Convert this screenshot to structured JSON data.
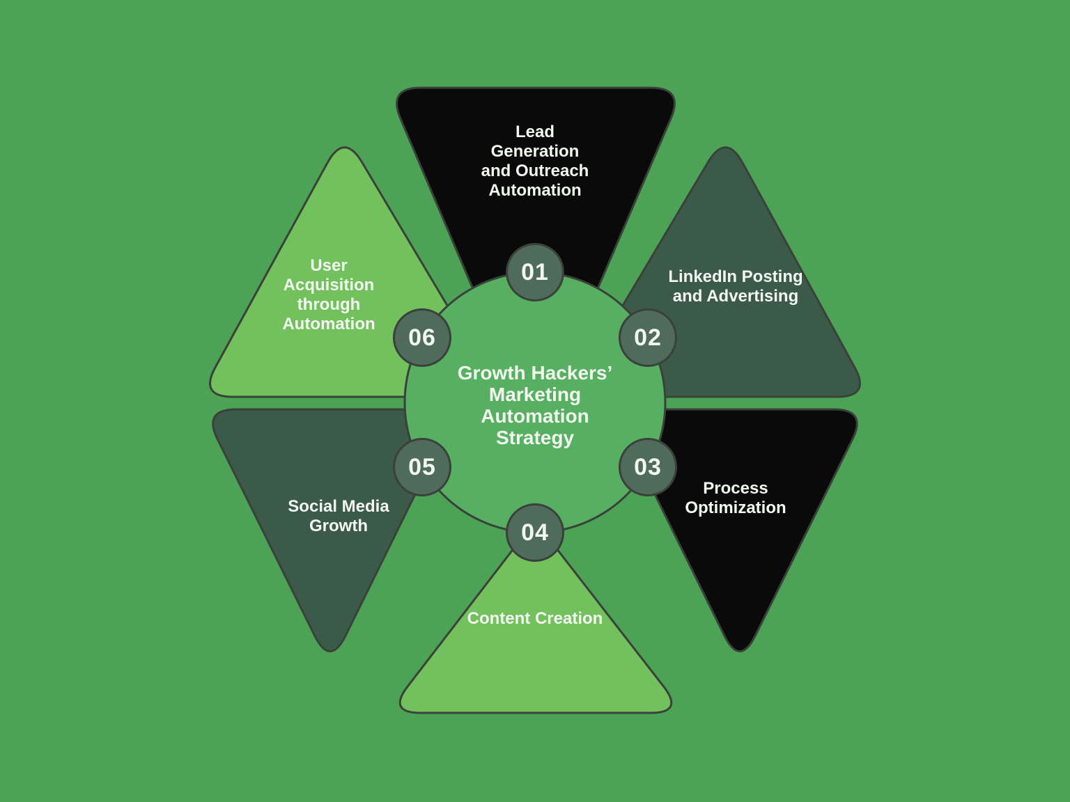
{
  "colors": {
    "background": "#4CA356",
    "outline": "#3A413A",
    "center_circle_fill": "#57B061",
    "badge_fill": "#4F6B5C",
    "petal_black": "#0A0A0A",
    "petal_dark_green": "#3C5A49",
    "petal_light_green": "#73C15D",
    "label_text": "#F4F8F2"
  },
  "center": {
    "title": "Growth Hackers’\nMarketing\nAutomation\nStrategy"
  },
  "steps": [
    {
      "number": "01",
      "label": "Lead\nGeneration\nand Outreach\nAutomation",
      "petal_color": "#0A0A0A"
    },
    {
      "number": "02",
      "label": "LinkedIn Posting\nand Advertising",
      "petal_color": "#3C5A49"
    },
    {
      "number": "03",
      "label": "Process\nOptimization",
      "petal_color": "#0A0A0A"
    },
    {
      "number": "04",
      "label": "Content Creation",
      "petal_color": "#73C15D"
    },
    {
      "number": "05",
      "label": "Social Media\nGrowth",
      "petal_color": "#3C5A49"
    },
    {
      "number": "06",
      "label": "User\nAcquisition\nthrough\nAutomation",
      "petal_color": "#73C15D"
    }
  ]
}
